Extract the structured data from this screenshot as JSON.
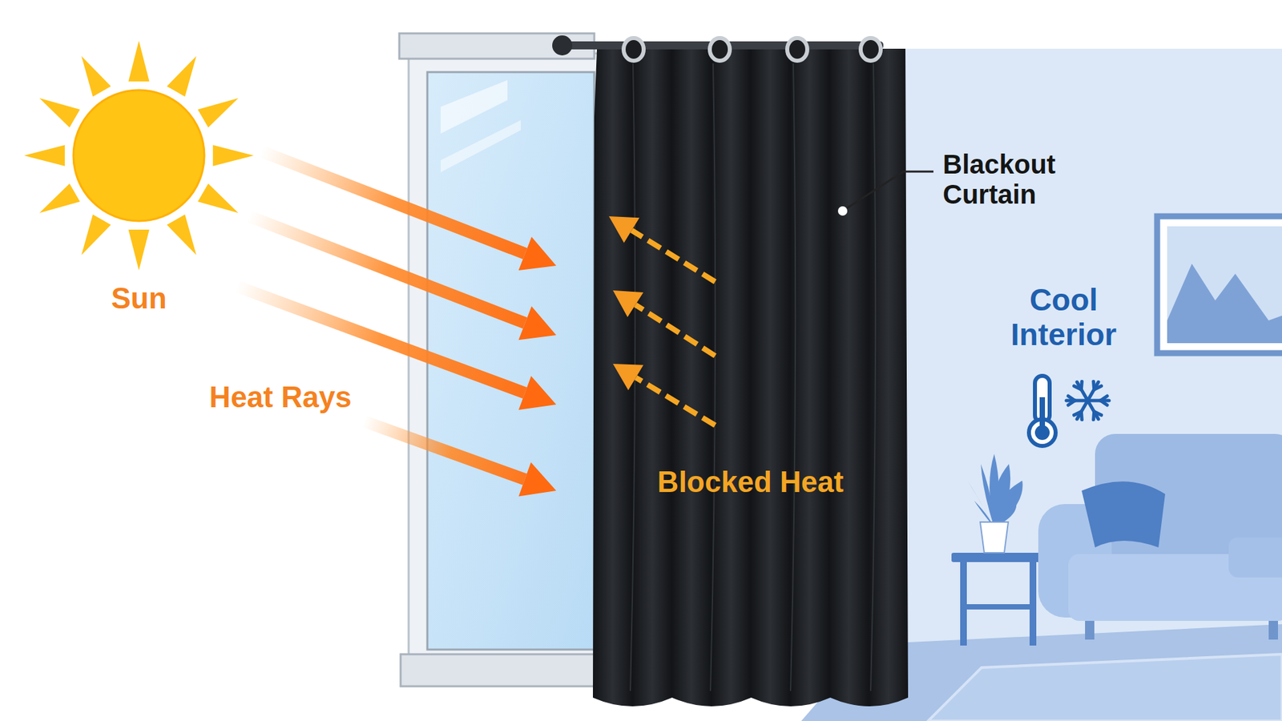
{
  "diagram": {
    "nodes": [
      {
        "text": [
          "Sun"
        ]
      },
      {
        "text": [
          "Blocked Heat"
        ]
      }
    ],
    "labels": [
      "Heat Rays",
      "Blackout Curtain",
      "Cool Interior"
    ]
  }
}
